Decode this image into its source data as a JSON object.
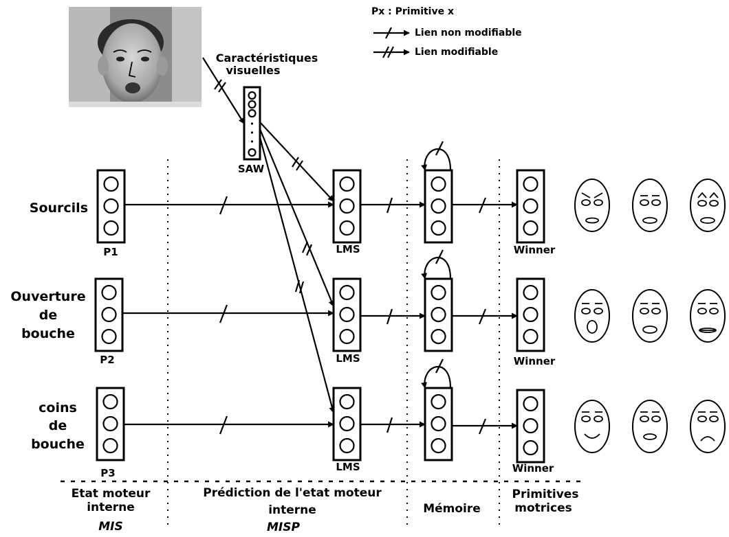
{
  "legend": {
    "title": "Px : Primitive x",
    "fixed_link": "Lien non modifiable",
    "modifiable_link": "Lien modifiable"
  },
  "input": {
    "label_line1": "Caractéristiques",
    "label_line2": "visuelles",
    "saw": "SAW"
  },
  "rows": [
    {
      "name_lines": [
        "Sourcils"
      ],
      "primitive": "P1",
      "lms": "LMS",
      "winner": "Winner"
    },
    {
      "name_lines": [
        "Ouverture",
        "de",
        "bouche"
      ],
      "primitive": "P2",
      "lms": "LMS",
      "winner": "Winner"
    },
    {
      "name_lines": [
        "coins",
        "de",
        "bouche"
      ],
      "primitive": "P3",
      "lms": "LMS",
      "winner": "Winner"
    }
  ],
  "sections": {
    "mis_line1": "Etat moteur",
    "mis_line2": "interne",
    "mis_abbr": "MIS",
    "misp_line1": "Prédiction de l'etat moteur",
    "misp_line2": "interne",
    "misp_abbr": "MISP",
    "memory": "Mémoire",
    "motor_line1": "Primitives",
    "motor_line2": "motrices"
  }
}
